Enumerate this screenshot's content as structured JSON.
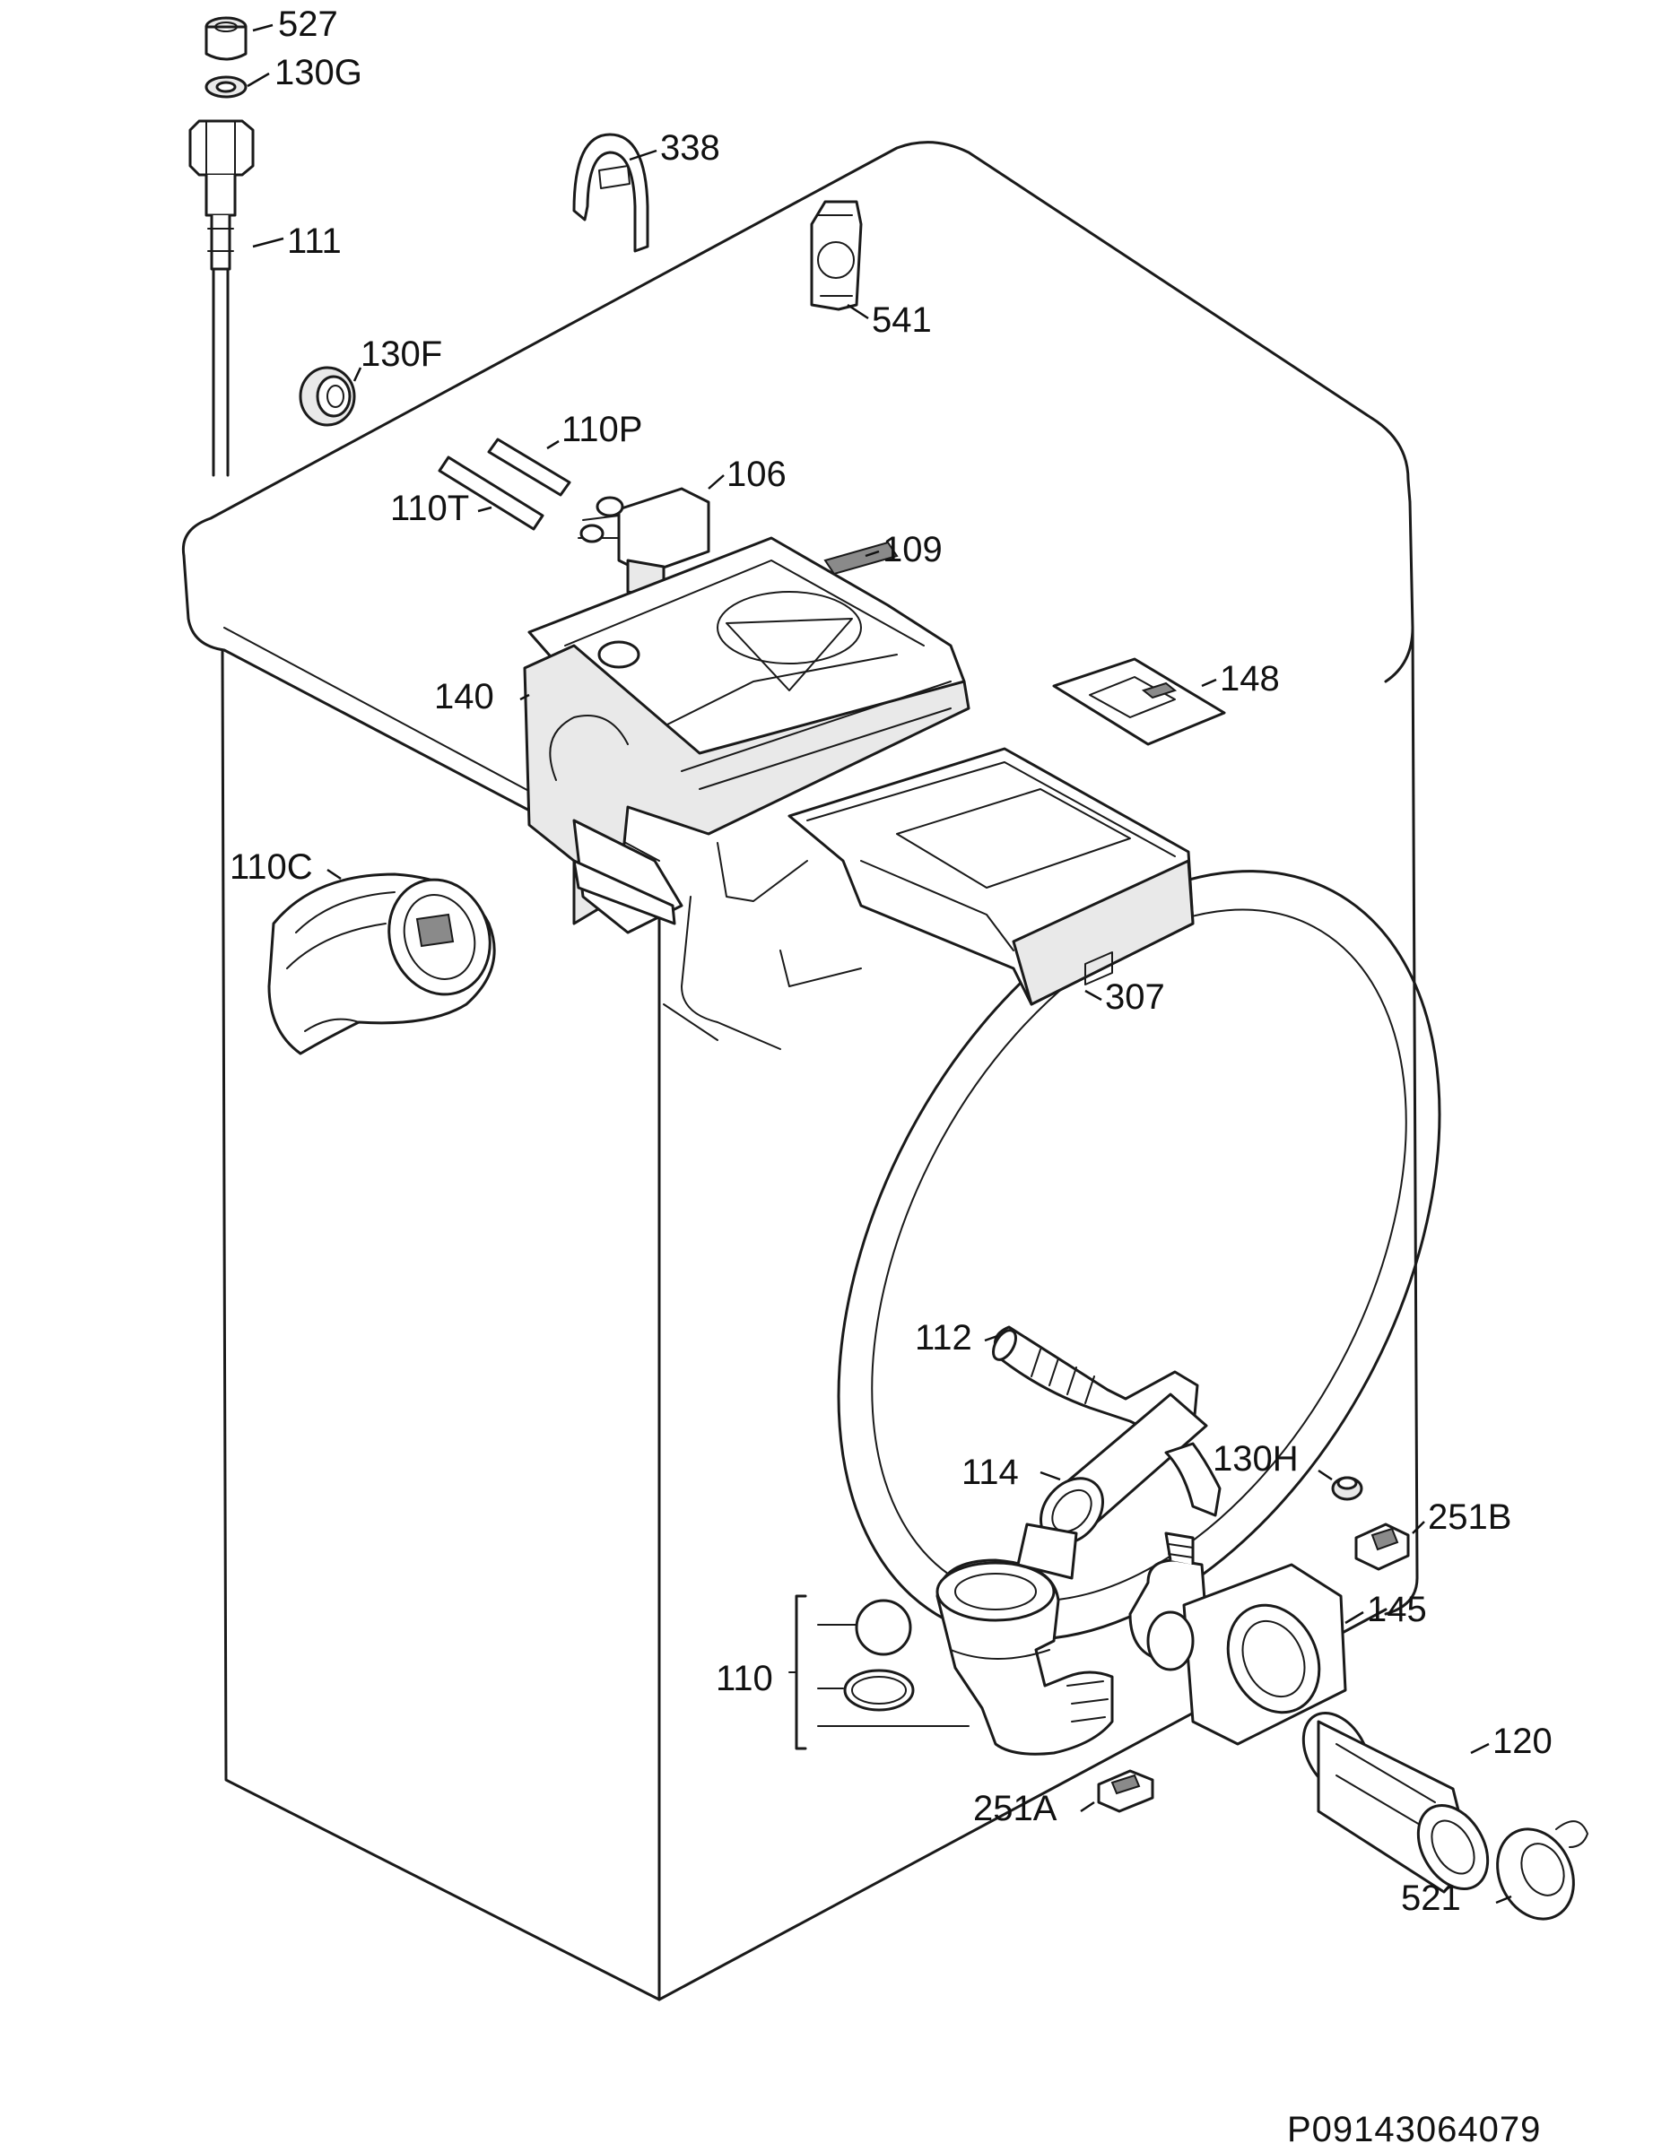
{
  "labels": {
    "l527": "527",
    "l130G": "130G",
    "l111": "111",
    "l338": "338",
    "l541": "541",
    "l130F": "130F",
    "l110P": "110P",
    "l106": "106",
    "l110T": "110T",
    "l109": "109",
    "l140": "140",
    "l148": "148",
    "l110C": "110C",
    "l307": "307",
    "l112": "112",
    "l114": "114",
    "l130H": "130H",
    "l251B": "251B",
    "l145": "145",
    "l110": "110",
    "l120": "120",
    "l251A": "251A",
    "l521": "521"
  },
  "document_code": "P09143064079"
}
